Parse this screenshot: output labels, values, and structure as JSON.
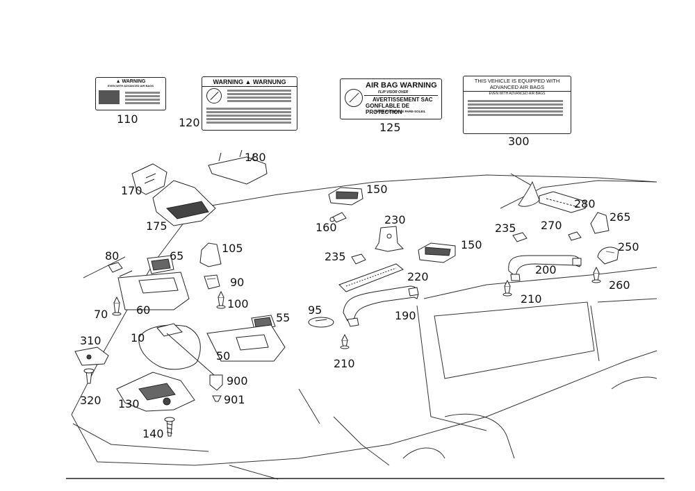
{
  "labels": {
    "l110": {
      "title": "▲ WARNING",
      "sub": "EVEN WITH ADVANCED AIR BAGS"
    },
    "l120": {
      "title": "WARNING ▲ WARNUNG"
    },
    "l125": {
      "title": "AIR BAG WARNING",
      "sub": "FLIP VISOR OVER",
      "fr1": "AVERTISSEMENT SAC",
      "fr2": "GONFLABLE DE PROTECTION",
      "fr3": "FAIRE PIVOTER LE PARE-SOLEIL"
    },
    "l300": {
      "title1": "THIS VEHICLE IS EQUIPPED WITH",
      "title2": "ADVANCED AIR BAGS",
      "sub": "EVEN WITH ADVANCED AIR BAGS"
    }
  },
  "callouts": {
    "n110": "110",
    "n120": "120",
    "n125": "125",
    "n300": "300",
    "n180": "180",
    "n170": "170",
    "n175": "175",
    "n150a": "150",
    "n160": "160",
    "n230": "230",
    "n235a": "235",
    "n150b": "150",
    "n220": "220",
    "n95": "95",
    "n190": "190",
    "n210a": "210",
    "n280": "280",
    "n265": "265",
    "n235b": "235",
    "n270": "270",
    "n250": "250",
    "n200": "200",
    "n260": "260",
    "n210b": "210",
    "n80": "80",
    "n65": "65",
    "n105": "105",
    "n90": "90",
    "n100": "100",
    "n70": "70",
    "n60": "60",
    "n55": "55",
    "n10": "10",
    "n50": "50",
    "n310": "310",
    "n320": "320",
    "n130": "130",
    "n140": "140",
    "n900": "900",
    "n901": "901"
  }
}
